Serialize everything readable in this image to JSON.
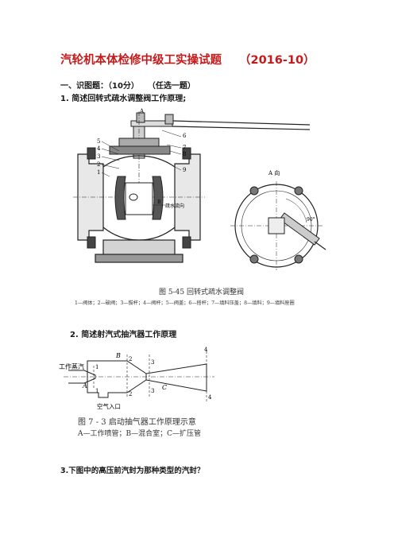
{
  "document": {
    "title_main": "汽轮机本体检修中级工实操试题",
    "title_year": "（2016-10）"
  },
  "section1": {
    "heading": "一、识图题：（10分）",
    "note": "（任选一题）",
    "q1": "1.  简述回转式疏水调整阀工作原理;"
  },
  "figure1": {
    "caption": "图 5-45    回转式疏水调整阀",
    "legend": "1—阀体；2—破阀；3—拔杆；4—阀杆；5—阀盖；6—搭杆；7—填料压盖；8—填料；9—填料座圈",
    "labels": {
      "A": "A",
      "n1": "1",
      "n2": "2",
      "n3": "3",
      "n4": "4",
      "n5": "5",
      "n6": "6",
      "n7": "7",
      "n8": "8",
      "n9": "9",
      "B": "B",
      "flow": "疏水流向",
      "view": "A 向",
      "deg": "90°"
    }
  },
  "section2": {
    "q2": "2.    简述射汽式抽汽器工作原理"
  },
  "figure2": {
    "labels": {
      "steam": "工作蒸汽",
      "A": "A",
      "B": "B",
      "C": "C",
      "n1a": "1",
      "n1b": "1",
      "n2a": "2",
      "n2b": "2",
      "n3a": "3",
      "n3b": "3",
      "n4a": "4",
      "n4b": "4",
      "air": "空气入口"
    },
    "caption": "图 7 - 3    启动抽气器工作原理示意",
    "legend": "A—工作喷管；B—混合室；C—扩压管"
  },
  "section3": {
    "q3": "3.下图中的高压前汽封为那种类型的汽封？"
  }
}
